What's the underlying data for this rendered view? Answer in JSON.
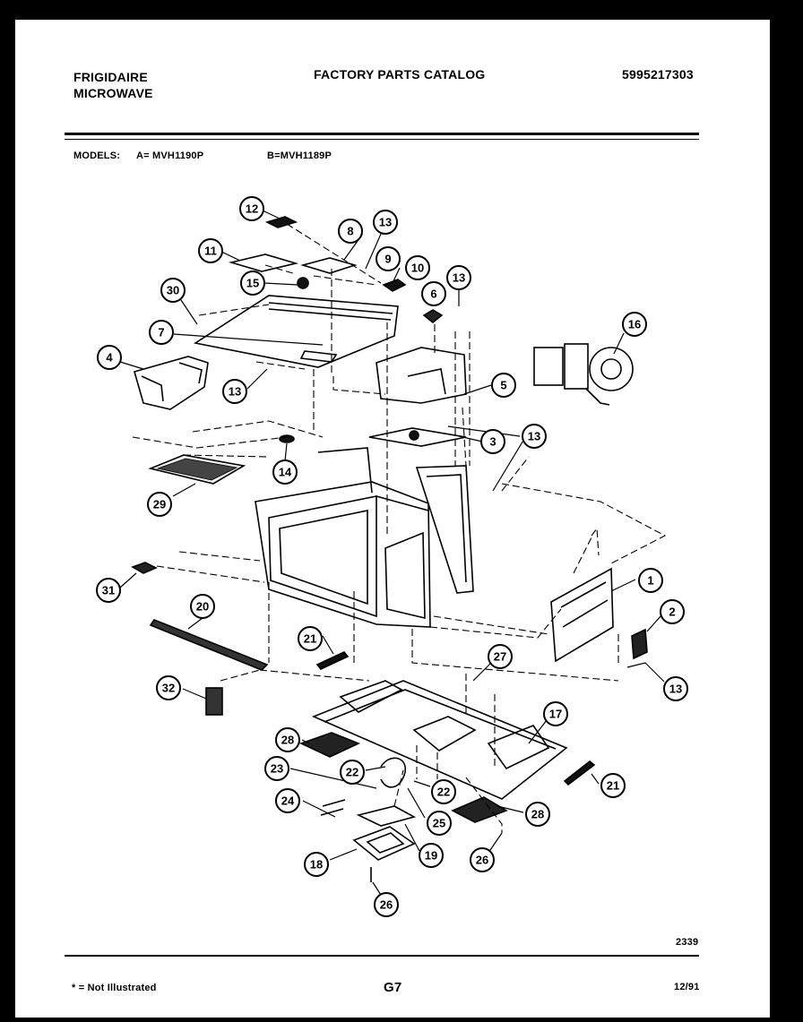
{
  "header": {
    "brand": "FRIGIDAIRE",
    "product": "MICROWAVE",
    "catalog_title": "FACTORY PARTS CATALOG",
    "catalog_number": "5995217303"
  },
  "models": {
    "label": "MODELS:",
    "model_a": "A= MVH1190P",
    "model_b": "B=MVH1189P"
  },
  "diagram": {
    "callouts": [
      "12",
      "8",
      "13",
      "11",
      "9",
      "10",
      "15",
      "30",
      "13",
      "6",
      "7",
      "16",
      "4",
      "13",
      "5",
      "13",
      "3",
      "14",
      "29",
      "1",
      "31",
      "2",
      "20",
      "21",
      "27",
      "32",
      "13",
      "17",
      "28",
      "22",
      "23",
      "22",
      "24",
      "25",
      "28",
      "19",
      "26",
      "18",
      "26",
      "21"
    ],
    "figure_code": "2339"
  },
  "footer": {
    "note": "* = Not Illustrated",
    "page_code": "G7",
    "date": "12/91"
  }
}
